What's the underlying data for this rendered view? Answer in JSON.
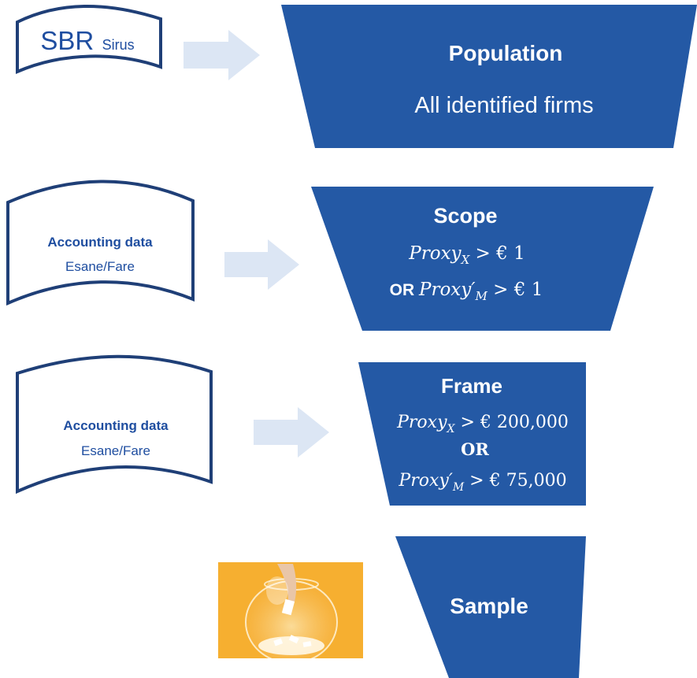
{
  "colors": {
    "funnel": "#2459a5",
    "doc_border": "#1f3f77",
    "doc_text_blue": "#1f4ea0",
    "arrow": "#dce6f4",
    "photo_bg": "#f5a623"
  },
  "sources": [
    {
      "title": "SBR",
      "subtitle": "Sirus"
    },
    {
      "title": "Accounting data",
      "subtitle": "Esane/Fare"
    },
    {
      "title": "Accounting data",
      "subtitle": "Esane/Fare"
    }
  ],
  "population": {
    "title": "Population",
    "text": "All identified firms"
  },
  "scope": {
    "title": "Scope",
    "line1": {
      "proxy": "Proxy",
      "sub": "X",
      "rel": " > € 1"
    },
    "line2": {
      "or": "OR ",
      "proxy": "Proxy′",
      "sub": "M",
      "rel": " > € 1"
    }
  },
  "frame": {
    "title": "Frame",
    "line1": {
      "proxy": "Proxy",
      "sub": "X",
      "rel": " > € 200,000"
    },
    "or": "OR",
    "line2": {
      "proxy": "Proxy′",
      "sub": "M",
      "rel": " > € 75,000"
    }
  },
  "sample": {
    "title": "Sample"
  },
  "photo": {
    "icon": "hand-drawing-from-glass-bowl-icon"
  }
}
